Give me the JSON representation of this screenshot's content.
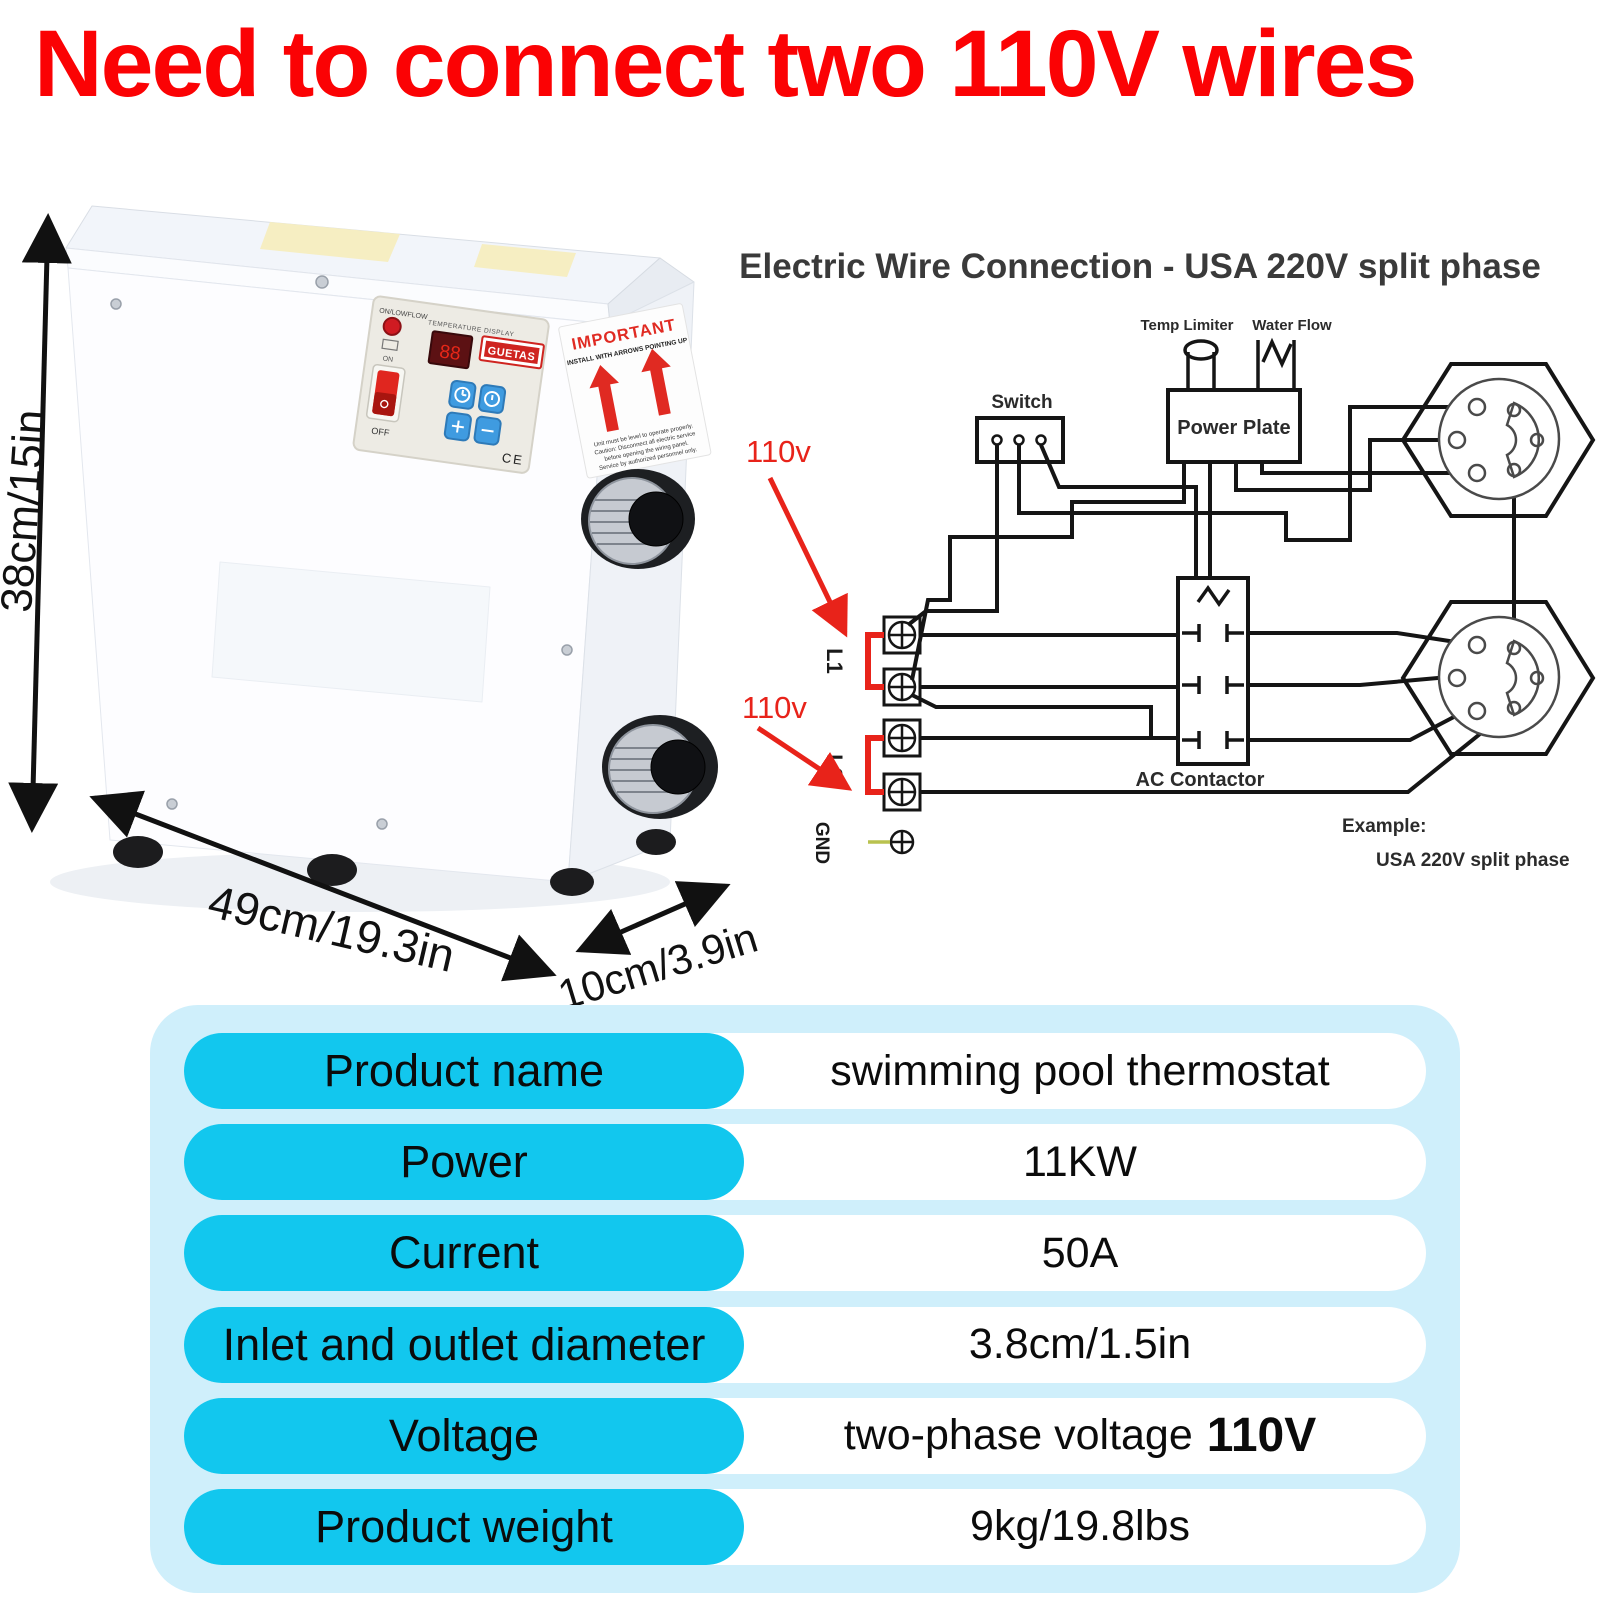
{
  "title": {
    "text": "Need to connect two 110V wires",
    "color": "#fb0204"
  },
  "product": {
    "dims": {
      "height": "38cm/15in",
      "width": "49cm/19.3in",
      "depth": "10cm/3.9in"
    },
    "panel": {
      "on_lowflow": "ON/LOWFLOW",
      "on": "ON",
      "off": "OFF",
      "temp_display": "TEMPERATURE  DISPLAY",
      "brand": "GUETAS",
      "led": "88",
      "ce": "CE"
    },
    "sticker": {
      "title": "IMPORTANT",
      "subtitle": "INSTALL WITH ARROWS POINTING UP",
      "line1": "Unit must be level to operate properly.",
      "line2": "Caution: Disconnect all electric service",
      "line3": "before opening the wiring panel.",
      "line4": "Service by authorized personnel only."
    }
  },
  "diagram": {
    "title": "Electric Wire Connection -  USA 220V split phase",
    "labels": {
      "temp_limiter": "Temp Limiter",
      "water_flow": "Water Flow",
      "switch": "Switch",
      "power_plate": "Power Plate",
      "ac_contactor": "AC Contactor",
      "l1": "L1",
      "l2": "L2",
      "gnd": "GND",
      "v110_top": "110v",
      "v110_bottom": "110v",
      "example_label": "Example:",
      "example_value": "USA 220V split phase"
    },
    "colors": {
      "wire": "#151515",
      "hot": "#e8231a",
      "ground": "#b9c24f"
    }
  },
  "spec_table": {
    "container_color": "#cfeffb",
    "pill_color": "#12c7ee",
    "rows": [
      {
        "label": "Product name",
        "value": "swimming pool thermostat"
      },
      {
        "label": "Power",
        "value": "11KW"
      },
      {
        "label": "Current",
        "value": "50A"
      },
      {
        "label": "Inlet and outlet diameter",
        "value": "3.8cm/1.5in"
      },
      {
        "label": "Voltage",
        "value": "two-phase voltage",
        "value_bold": "110V"
      },
      {
        "label": "Product weight",
        "value": "9kg/19.8lbs"
      }
    ]
  }
}
